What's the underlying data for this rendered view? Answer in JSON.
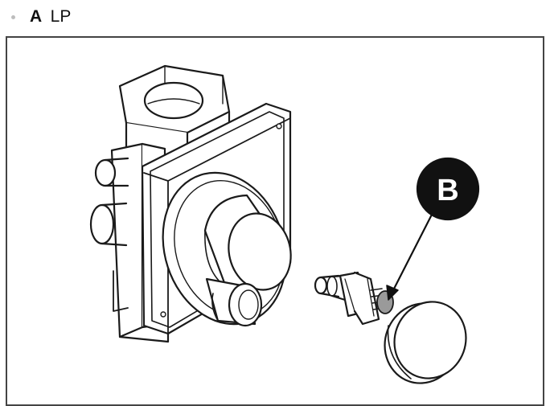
{
  "heading": {
    "bullet_icon": "bullet-dot-icon",
    "letter": "A",
    "label": "LP"
  },
  "figure": {
    "callout_label": "B",
    "colors": {
      "line": "#1a1a1a",
      "callout_fill": "#111111",
      "callout_text": "#ffffff",
      "orifice_fill": "#9a9a9a",
      "frame_border": "#444444"
    }
  }
}
